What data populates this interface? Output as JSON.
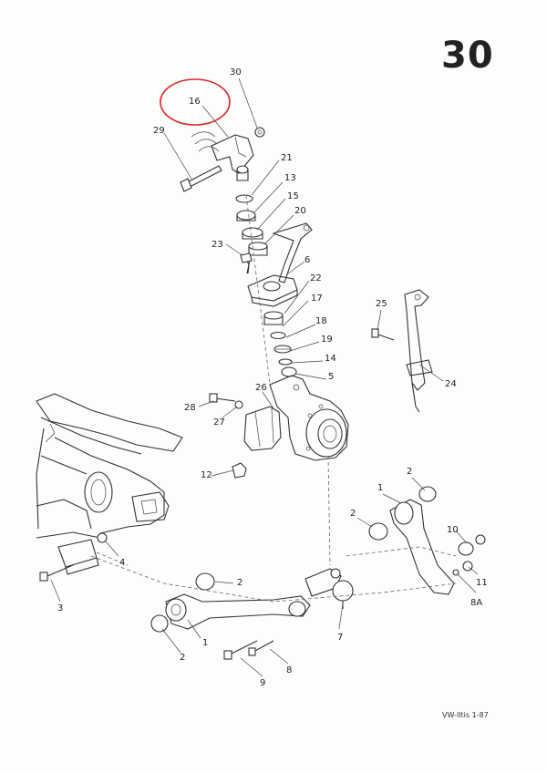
{
  "page_number": "30",
  "footer_code": "VW-Iltis 1-87",
  "highlight_color": "#d9262c",
  "highlighted_part": "16",
  "callouts": {
    "c30": "30",
    "c16": "16",
    "c29": "29",
    "c21": "21",
    "c13": "13",
    "c15": "15",
    "c20": "20",
    "c23": "23",
    "c6": "6",
    "c22": "22",
    "c17": "17",
    "c18": "18",
    "c19": "19",
    "c14": "14",
    "c5": "5",
    "c26": "26",
    "c28": "28",
    "c27": "27",
    "c12": "12",
    "c25": "25",
    "c24": "24",
    "c2a": "2",
    "c1a": "1",
    "c2b": "2",
    "c10": "10",
    "c11": "11",
    "c8a": "8A",
    "c4": "4",
    "c3": "3",
    "c2c": "2",
    "c1b": "1",
    "c2d": "2",
    "c7": "7",
    "c8": "8",
    "c9": "9"
  }
}
